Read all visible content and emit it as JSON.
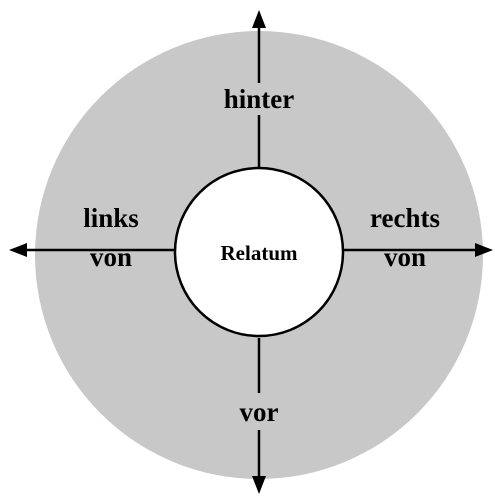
{
  "diagram": {
    "center_label": "Relatum",
    "directions": {
      "top": {
        "lines": [
          "hinter"
        ]
      },
      "bottom": {
        "lines": [
          "vor"
        ]
      },
      "left": {
        "lines": [
          "links",
          "von"
        ]
      },
      "right": {
        "lines": [
          "rechts",
          "von"
        ]
      }
    }
  },
  "colors": {
    "region_fill": "#c8c8c8",
    "center_fill": "#ffffff",
    "stroke": "#000000",
    "text": "#000000"
  }
}
